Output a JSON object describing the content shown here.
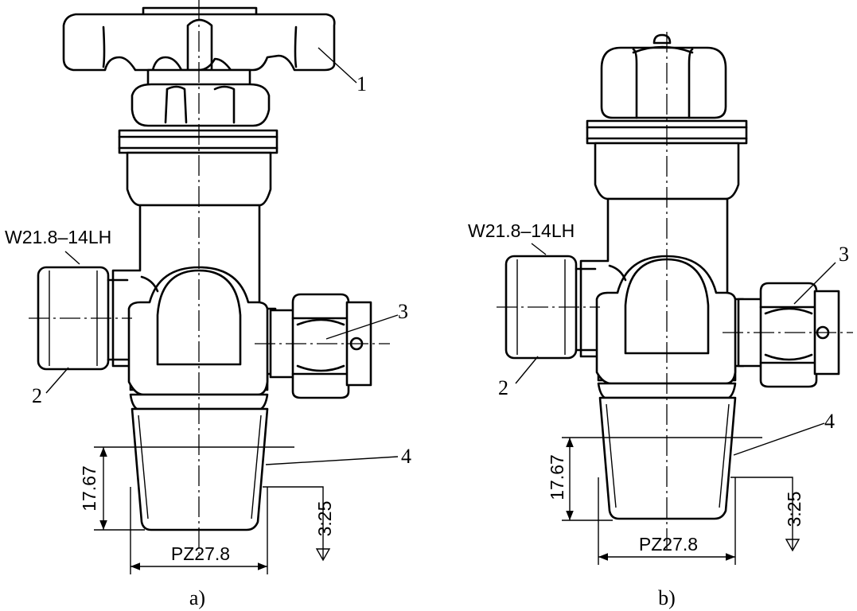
{
  "views": [
    {
      "caption": "a)",
      "thread_label": "W21.8–14LH",
      "dim_height": "17.67",
      "dim_diameter": "PZ27.8",
      "taper": "3:25",
      "callouts": [
        "1",
        "2",
        "3",
        "4"
      ]
    },
    {
      "caption": "b)",
      "thread_label": "W21.8–14LH",
      "dim_height": "17.67",
      "dim_diameter": "PZ27.8",
      "taper": "3:25",
      "callouts": [
        "2",
        "3",
        "4"
      ]
    }
  ],
  "colors": {
    "line": "#000000",
    "paper": "#ffffff"
  }
}
